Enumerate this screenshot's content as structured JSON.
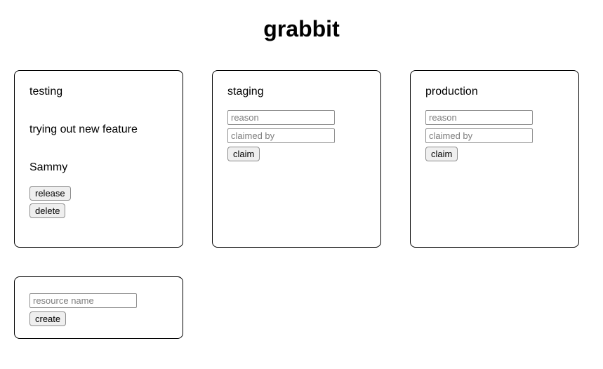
{
  "title": "grabbit",
  "resources": [
    {
      "name": "testing",
      "reason": "trying out new feature",
      "claimed_by": "Sammy",
      "release_label": "release",
      "delete_label": "delete"
    },
    {
      "name": "staging",
      "reason_placeholder": "reason",
      "claimed_by_placeholder": "claimed by",
      "claim_label": "claim"
    },
    {
      "name": "production",
      "reason_placeholder": "reason",
      "claimed_by_placeholder": "claimed by",
      "claim_label": "claim"
    }
  ],
  "create_form": {
    "name_placeholder": "resource name",
    "create_label": "create"
  },
  "colors": {
    "card_border": "#000000",
    "button_background": "#efefef",
    "button_border": "#8c8c8c",
    "input_border": "#919191",
    "placeholder_text": "#7d7d7d"
  }
}
